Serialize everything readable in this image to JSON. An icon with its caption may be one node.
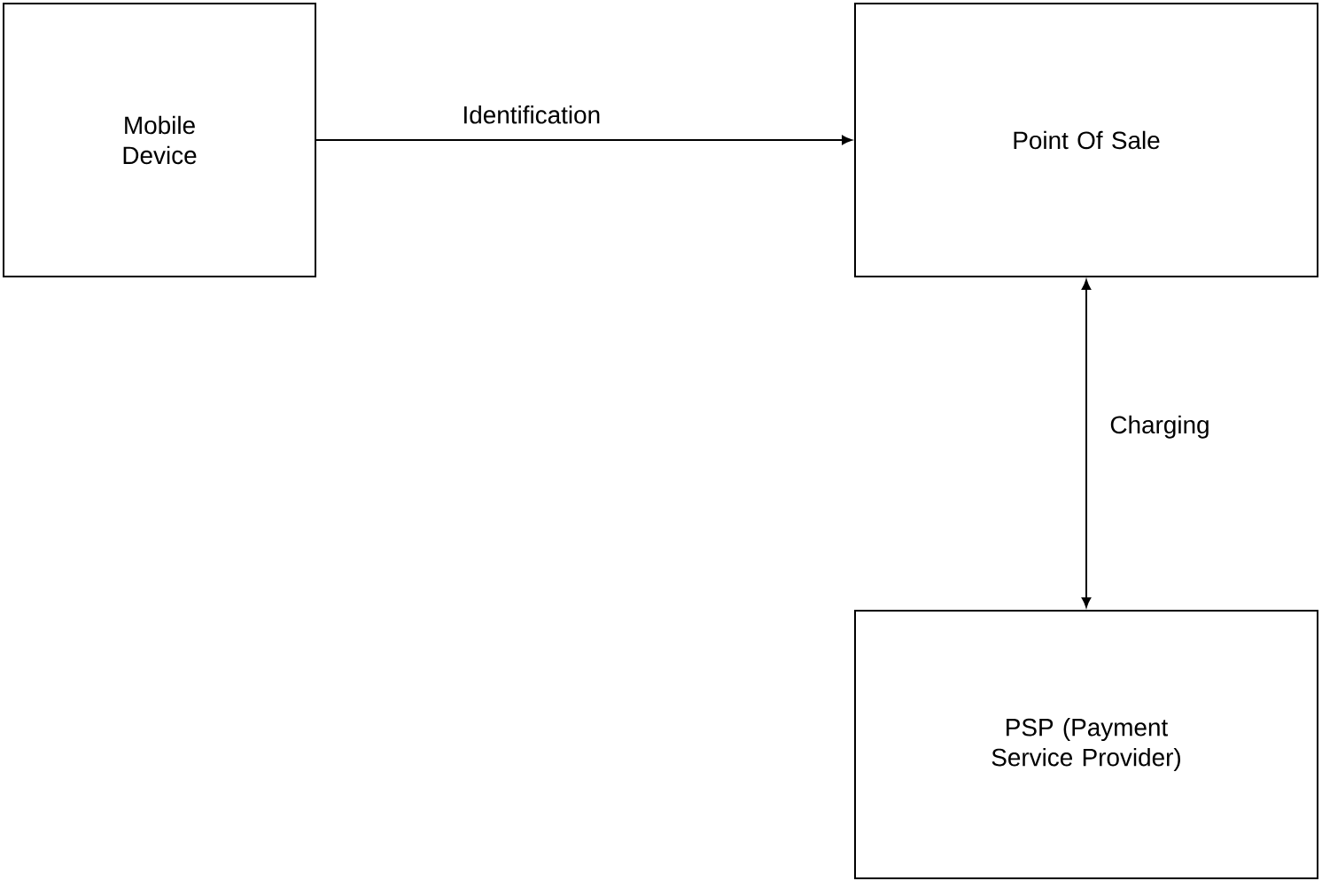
{
  "diagram": {
    "nodes": [
      {
        "text": [
          "Mobile Device"
        ]
      },
      {
        "text": [
          "Point Of Sale"
        ]
      },
      {
        "text": [
          "PSP (Payment Service Provider)"
        ]
      }
    ],
    "edges": [
      {
        "from": 0,
        "to": 1,
        "arrow": "to",
        "label": "Identification"
      },
      {
        "from": 1,
        "to": 2,
        "arrow": "both",
        "label": "Charging"
      }
    ]
  }
}
